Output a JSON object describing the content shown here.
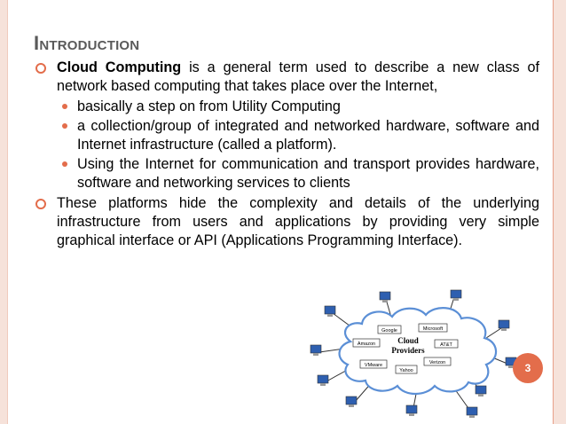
{
  "slide": {
    "title_first": "I",
    "title_rest": "ntroduction",
    "page_number": "3",
    "accent_color": "#e36d4b",
    "border_color": "#f6e2da"
  },
  "bullets": [
    {
      "bold": "Cloud Computing",
      "text": " is a general term used to describe a new class of network based computing that takes place over the Internet,",
      "sub": [
        "basically a step on from Utility Computing",
        "a collection/group of integrated and networked hardware, software and Internet infrastructure (called a platform).",
        "Using the Internet for communication and transport provides hardware, software and networking services to clients"
      ]
    },
    {
      "text": "These platforms hide the complexity and details of the underlying infrastructure from users and applications by providing very simple graphical interface or API (Applications Programming Interface)."
    }
  ],
  "diagram": {
    "center_line1": "Cloud",
    "center_line2": "Providers",
    "providers": [
      "Google",
      "Microsoft",
      "Amazon",
      "AT&T",
      "Verizon",
      "VMware",
      "Yahoo"
    ]
  }
}
